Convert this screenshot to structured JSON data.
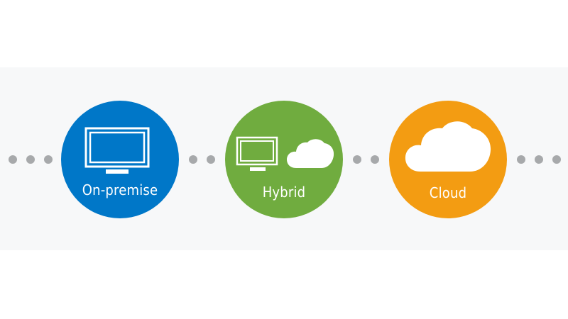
{
  "nodes": [
    {
      "label": "On-premise",
      "color": "#0077c8",
      "icon": "monitor-icon"
    },
    {
      "label": "Hybrid",
      "color": "#70ac3f",
      "icon": "monitor-and-cloud-icon"
    },
    {
      "label": "Cloud",
      "color": "#f39c12",
      "icon": "cloud-icon"
    }
  ],
  "colors": {
    "background": "#ffffff",
    "band": "#f7f8f9",
    "connector_dots": "#a7a9ab",
    "icon_stroke": "#ffffff"
  }
}
